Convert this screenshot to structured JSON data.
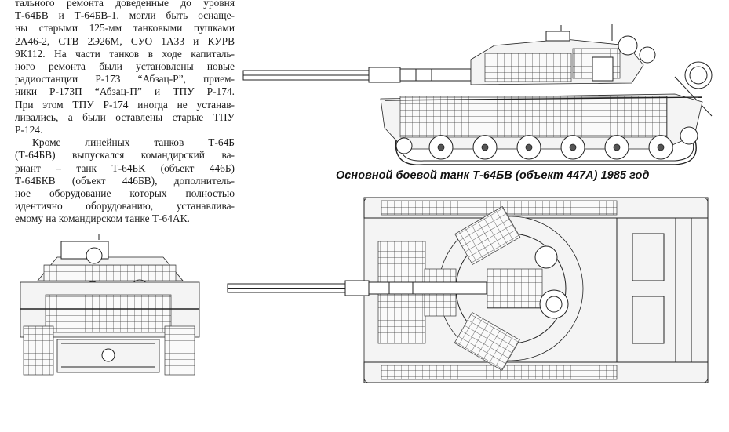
{
  "article": {
    "paragraph1_lines": [
      "тального ремонта доведенные до уровня",
      "Т-64БВ и Т-64БВ-1, могли быть оснаще-",
      "ны старыми 125-мм танковыми пушками",
      "2А46-2, СТВ 2Э26М, СУО 1А33 и КУРВ",
      "9К112. На части танков в ходе капиталь-",
      "ного ремонта были установлены новые",
      "радиостанции Р-173 “Абзац-Р”, прием-",
      "ники Р-173П “Абзац-П” и ТПУ Р-174.",
      "При этом ТПУ Р-174 иногда не устанав-",
      "ливались, а были оставлены старые ТПУ",
      "Р-124."
    ],
    "paragraph2_lines": [
      "Кроме линейных танков Т-64Б",
      "(Т-64БВ) выпускался командирский ва-",
      "риант – танк Т-64БК (объект 446Б)",
      "Т-64БКВ (объект 446БВ), дополнитель-",
      "ное оборудование которых полностью",
      "идентично оборудованию, устанавлива-",
      "емому на командирском танке Т-64АК."
    ]
  },
  "figure": {
    "caption": "Основной боевой  танк Т-64БВ (объект 447А) 1985 год",
    "views": [
      "side-view",
      "top-view",
      "front-view"
    ]
  }
}
